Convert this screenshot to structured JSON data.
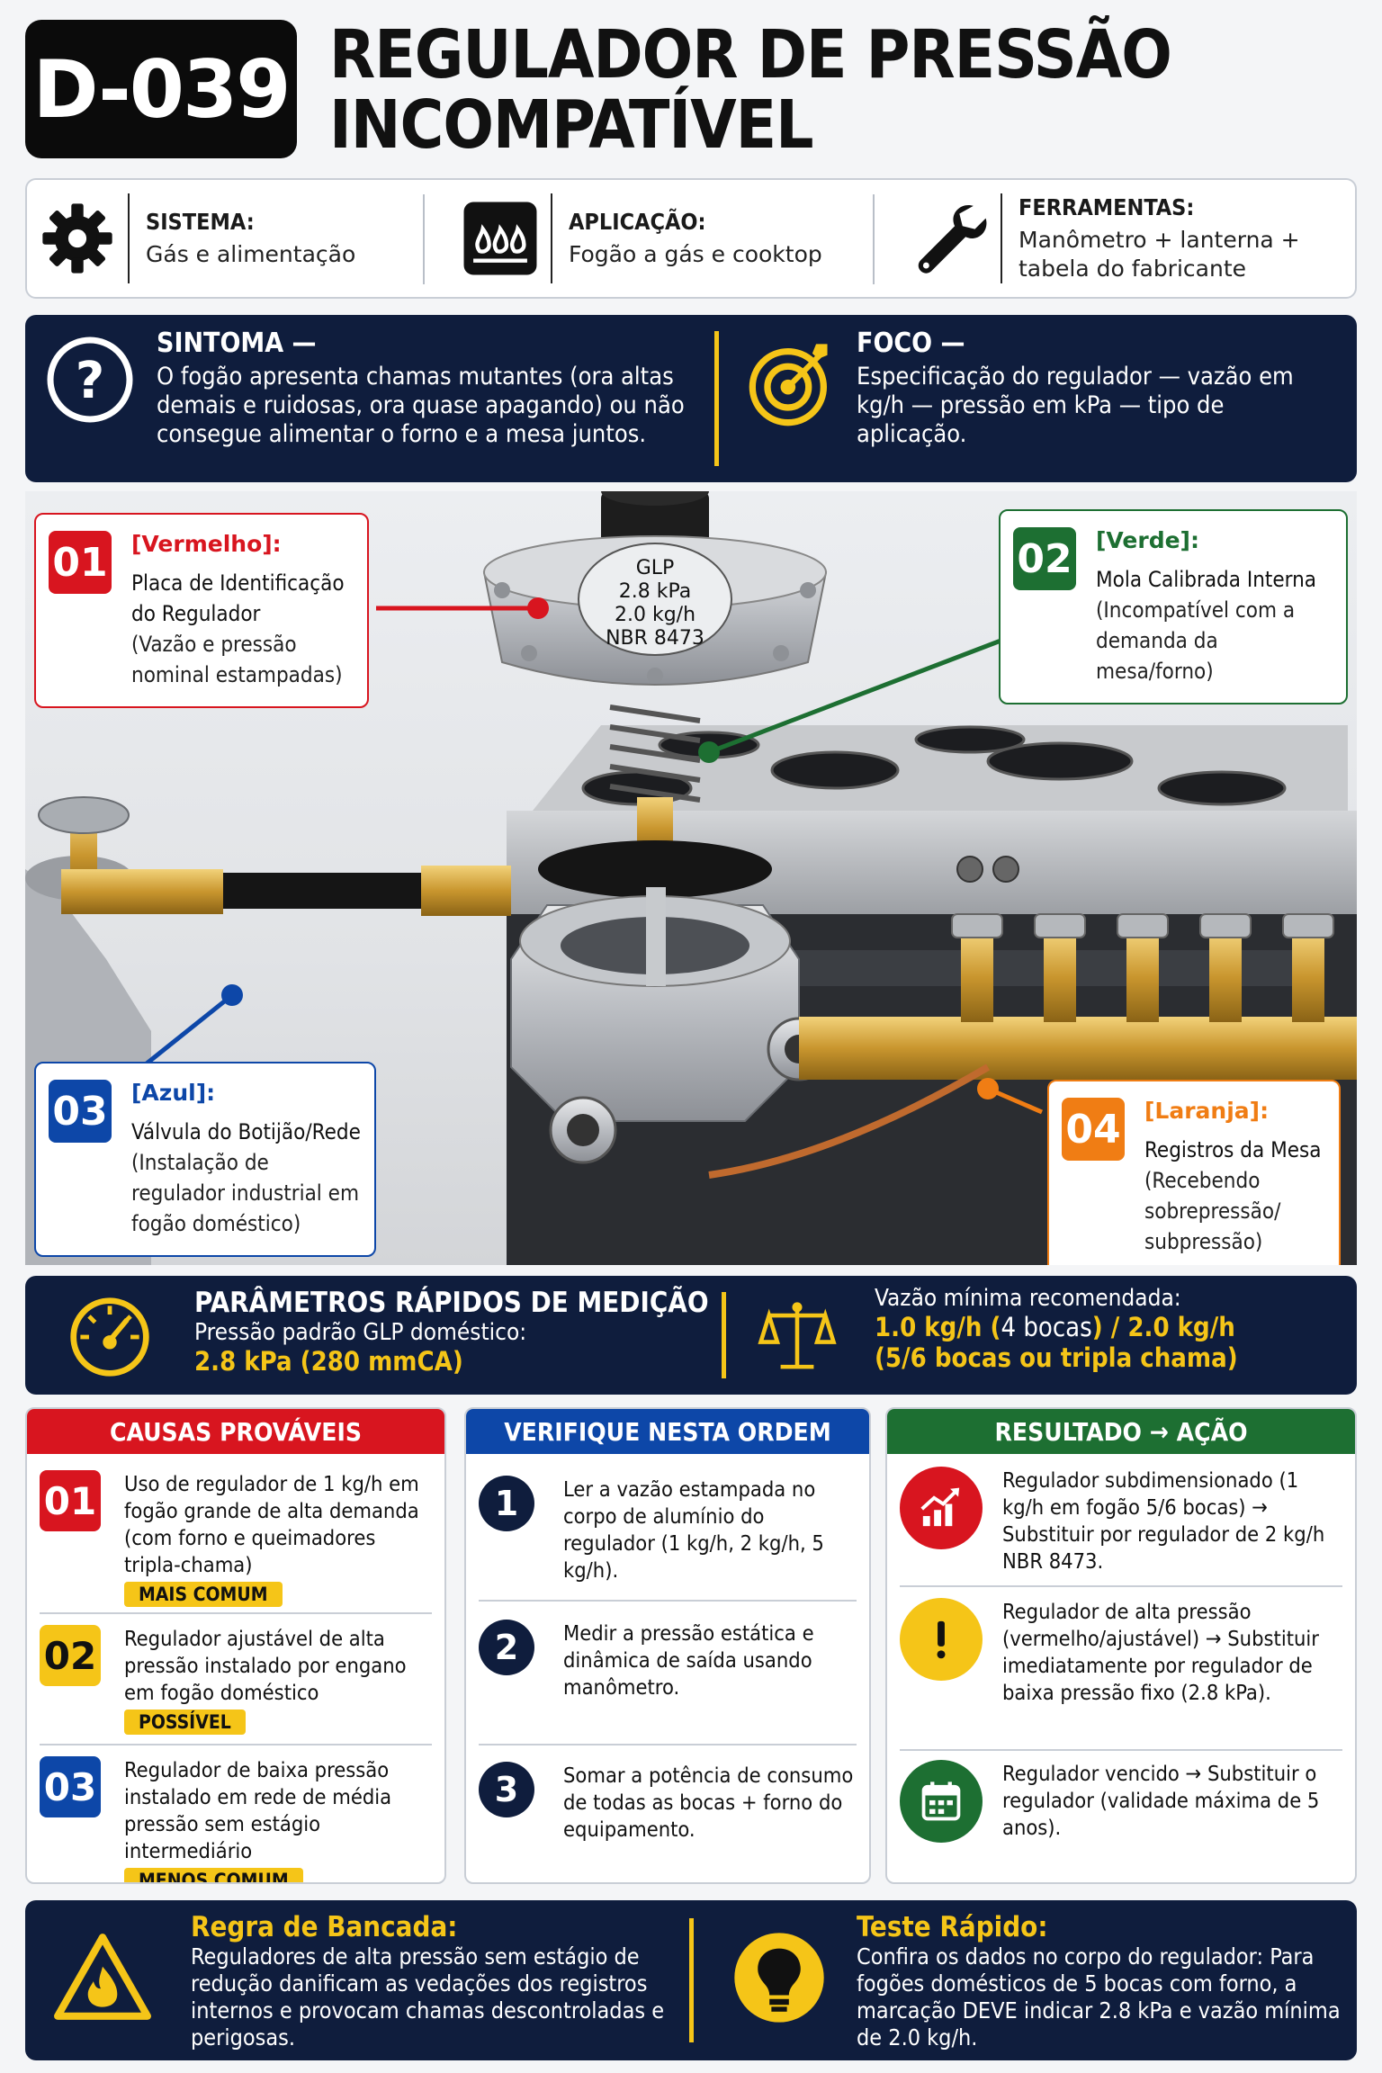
{
  "header": {
    "code": "D-039",
    "title_line1": "REGULADOR DE PRESSÃO",
    "title_line2": "INCOMPATÍVEL"
  },
  "info": [
    {
      "label": "SISTEMA:",
      "text": "Gás e alimentação",
      "icon": "gear-icon"
    },
    {
      "label": "APLICAÇÃO:",
      "text": "Fogão a gás e cooktop",
      "icon": "flame-icon"
    },
    {
      "label": "FERRAMENTAS:",
      "text": "Manômetro + lanterna + tabela do fabricante",
      "icon": "wrench-icon"
    }
  ],
  "symptom": {
    "title": "SINTOMA —",
    "text": "O fogão apresenta chamas mutantes (ora altas demais e ruidosas, ora quase apagando) ou não consegue alimentar o forno e a mesa juntos.",
    "icon": "question-icon"
  },
  "focus": {
    "title": "FOCO —",
    "text": "Especificação do regulador — vazão em kg/h — pressão em kPa — tipo de aplicação.",
    "icon": "target-icon"
  },
  "label_plate": [
    "GLP",
    "2.8 kPa",
    "2.0 kg/h",
    "NBR 8473"
  ],
  "callouts": [
    {
      "num": "01",
      "tag": "[Vermelho]:",
      "name": "Placa de Identificação do Regulador",
      "desc": "(Vazão e pressão nominal estampadas)",
      "color": "#d8151f"
    },
    {
      "num": "02",
      "tag": "[Verde]:",
      "name": "Mola Calibrada Interna",
      "desc": "(Incompatível com a demanda da mesa/forno)",
      "color": "#1d6f32"
    },
    {
      "num": "03",
      "tag": "[Azul]:",
      "name": "Válvula do Botijão/Rede",
      "desc": "(Instalação de regulador industrial em fogão doméstico)",
      "color": "#0d47a8"
    },
    {
      "num": "04",
      "tag": "[Laranja]:",
      "name": "Registros da Mesa",
      "desc": "(Recebendo sobrepressão/ subpressão)",
      "color": "#f07d14"
    }
  ],
  "params": {
    "title": "PARÂMETROS RÁPIDOS DE MEDIÇÃO",
    "sub": "Pressão padrão GLP doméstico:",
    "value": "2.8 kPa (280 mmCA)",
    "flow_label": "Vazão mínima recomendada:",
    "flow_line1_a": "1.0 kg/h (",
    "flow_line1_b": "4 bocas",
    "flow_line1_c": ") / 2.0 kg/h",
    "flow_line2": "(5/6 bocas ou tripla chama)"
  },
  "causes": {
    "title": "CAUSAS  PROVÁVEIS",
    "color": "#d8151f",
    "items": [
      {
        "num": "01",
        "text": "Uso de regulador de 1 kg/h em fogão grande de alta demanda (com forno e queimadores tripla-chama)",
        "badge": "MAIS COMUM",
        "color": "#d8151f"
      },
      {
        "num": "02",
        "text": "Regulador ajustável de alta pressão instalado por engano em fogão doméstico",
        "badge": "POSSÍVEL",
        "color": "#f5c518"
      },
      {
        "num": "03",
        "text": "Regulador de baixa pressão instalado em rede de média pressão sem estágio intermediário",
        "badge": "MENOS COMUM",
        "color": "#0d47a8"
      }
    ]
  },
  "checks": {
    "title": "VERIFIQUE NESTA ORDEM",
    "color": "#0d47a8",
    "items": [
      {
        "num": "1",
        "text": "Ler a vazão estampada no corpo de alumínio do regulador (1 kg/h, 2 kg/h, 5 kg/h)."
      },
      {
        "num": "2",
        "text": "Medir a pressão estática e dinâmica de saída usando manômetro."
      },
      {
        "num": "3",
        "text": "Somar a potência de consumo de todas as bocas + forno do equipamento."
      }
    ]
  },
  "results": {
    "title": "RESULTADO → AÇÃO",
    "color": "#1d6f32",
    "items": [
      {
        "text": "Regulador subdimensionado (1 kg/h em fogão 5/6 bocas) → Substituir por regulador de 2 kg/h NBR 8473.",
        "icon": "chart-up-icon",
        "color": "#d8151f"
      },
      {
        "text": "Regulador de alta pressão (vermelho/ajustável) → Substituir imediatamente por regulador de baixa pressão fixo (2.8 kPa).",
        "icon": "exclamation-icon",
        "color": "#f5c518"
      },
      {
        "text": "Regulador vencido → Substituir o regulador (validade máxima de 5 anos).",
        "icon": "calendar-icon",
        "color": "#1d6f32"
      }
    ]
  },
  "footer": {
    "rule_title": "Regra de Bancada:",
    "rule_text": "Reguladores de alta pressão sem estágio de redução danificam as vedações dos registros internos e provocam chamas descontroladas e perigosas.",
    "test_title": "Teste Rápido:",
    "test_text": "Confira os dados no corpo do regulador: Para fogões domésticos de 5 bocas com forno, a marcação DEVE indicar 2.8 kPa e vazão mínima de 2.0 kg/h."
  }
}
